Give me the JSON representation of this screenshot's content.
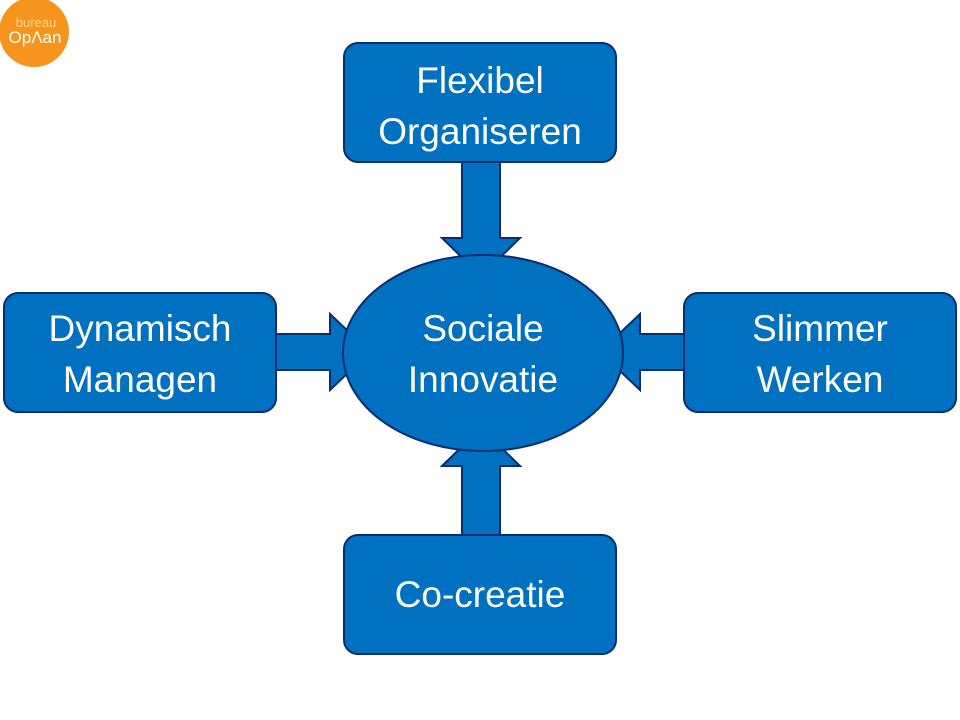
{
  "logo": {
    "line1": "bureau",
    "line2": "OpΛan",
    "color": "#f7941d"
  },
  "diagram": {
    "fill_color": "#0070c0",
    "border_color": "#0a2d6e",
    "center": {
      "line1": "Sociale",
      "line2": "Innovatie"
    },
    "top": {
      "line1": "Flexibel",
      "line2": "Organiseren"
    },
    "left": {
      "line1": "Dynamisch",
      "line2": "Managen"
    },
    "right": {
      "line1": "Slimmer",
      "line2": "Werken"
    },
    "bottom": {
      "line1": "Co-creatie"
    }
  }
}
